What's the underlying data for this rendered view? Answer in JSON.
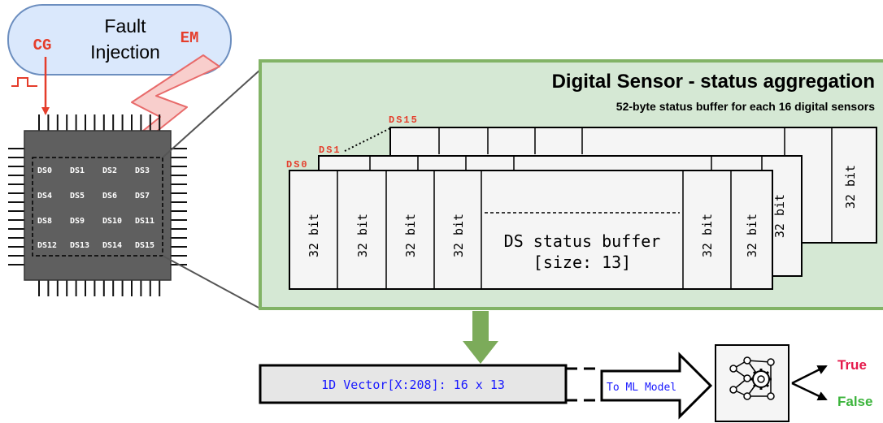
{
  "fault": {
    "title_line1": "Fault",
    "title_line2": "Injection",
    "cg_label": "CG",
    "em_label": "EM"
  },
  "chip": {
    "sensors": [
      "DS0",
      "DS1",
      "DS2",
      "DS3",
      "DS4",
      "DS5",
      "DS6",
      "DS7",
      "DS8",
      "DS9",
      "DS10",
      "DS11",
      "DS12",
      "DS13",
      "DS14",
      "DS15"
    ]
  },
  "panel": {
    "title": "Digital Sensor - status aggregation",
    "subtitle": "52-byte status buffer for each 16 digital sensors",
    "layer_labels": [
      "DS15",
      "DS1",
      "DS0"
    ],
    "cell_label": "32 bit",
    "buffer_line1": "DS status buffer",
    "buffer_line2": "[size: 13]"
  },
  "vector": {
    "label": "1D Vector[X:208]: 16 x 13"
  },
  "ml": {
    "arrow_label": "To ML Model",
    "output_true": "True",
    "output_false": "False"
  },
  "colors": {
    "panel_fill": "#d5e8d4",
    "panel_border": "#82b366",
    "flow_arrow": "#7cab5a",
    "bubble_fill": "#dae8fc",
    "bubble_border": "#6c8ebf",
    "red": "#e53d2b",
    "em_bolt_fill": "#f8cecc",
    "em_bolt_border": "#e86b6b",
    "chip": "#5f5f5f",
    "vector_fill": "#e6e6e6",
    "vector_text": "#1a1aff",
    "true": "#e5194b",
    "false": "#3cb43c"
  }
}
